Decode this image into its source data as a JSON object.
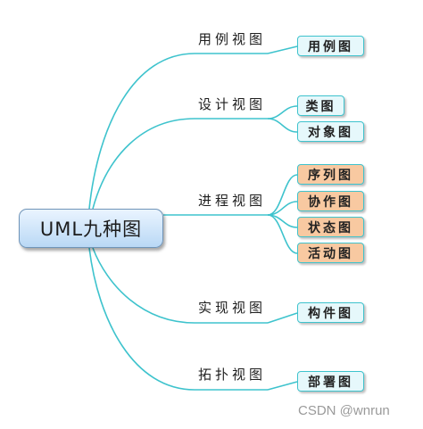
{
  "root": {
    "label": "UML九种图"
  },
  "branches": [
    {
      "label": "用例视图",
      "leaves": [
        {
          "label": "用例图",
          "color": "#e6f8fb"
        }
      ]
    },
    {
      "label": "设计视图",
      "leaves": [
        {
          "label": "类图",
          "color": "#e6f8fb"
        },
        {
          "label": "对象图",
          "color": "#e6f8fb"
        }
      ]
    },
    {
      "label": "进程视图",
      "leaves": [
        {
          "label": "序列图",
          "color": "#f8c9a1"
        },
        {
          "label": "协作图",
          "color": "#f8c9a1"
        },
        {
          "label": "状态图",
          "color": "#f8c9a1"
        },
        {
          "label": "活动图",
          "color": "#f8c9a1"
        }
      ]
    },
    {
      "label": "实现视图",
      "leaves": [
        {
          "label": "构件图",
          "color": "#e6f8fb"
        }
      ]
    },
    {
      "label": "拓扑视图",
      "leaves": [
        {
          "label": "部署图",
          "color": "#e6f8fb"
        }
      ]
    }
  ],
  "colors": {
    "connector": "#3ec3cd",
    "root_fill": "#b9d8f5",
    "leaf_blue": "#e6f8fb",
    "leaf_orange": "#f8c9a1"
  },
  "watermark": "CSDN @wnrun"
}
